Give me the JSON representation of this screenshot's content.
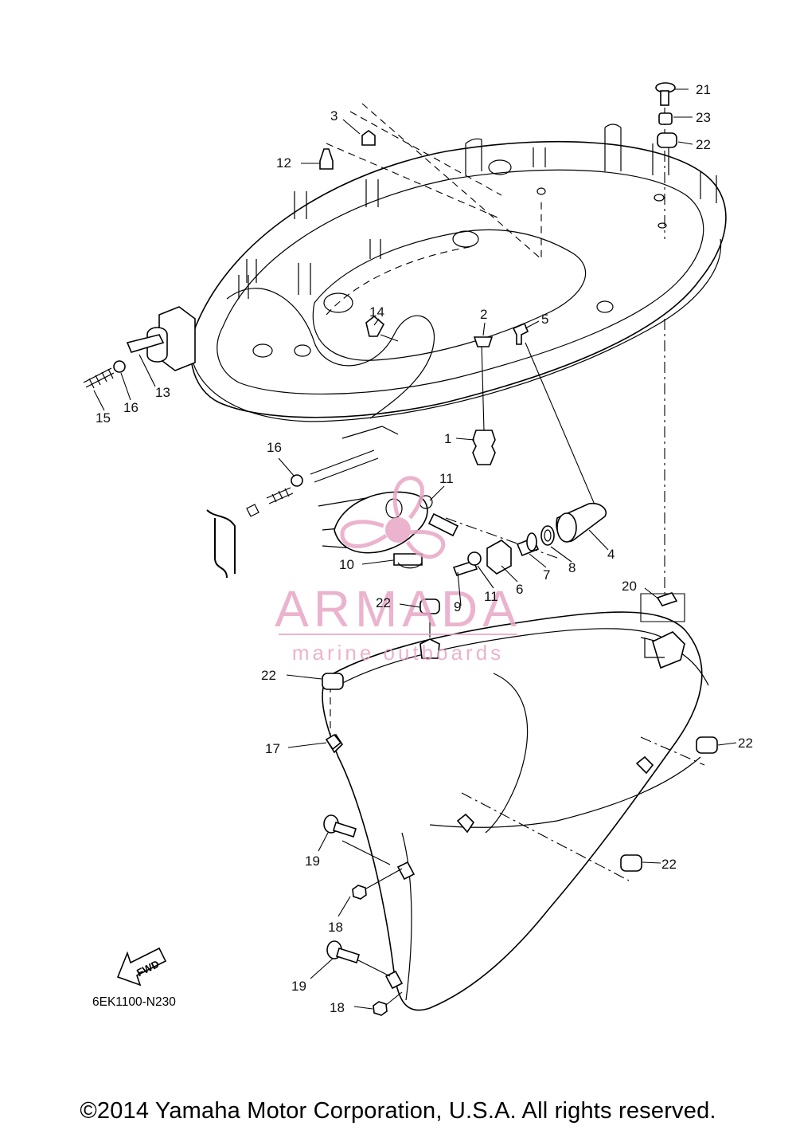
{
  "diagram_code": "6EK1100-N230",
  "fwd_label": "FWD",
  "watermark": {
    "brand": "ARMADA",
    "tagline": "marine outboards",
    "color": "#e8a6c6"
  },
  "copyright": "©2014 Yamaha Motor Corporation, U.S.A. All rights reserved.",
  "callouts": {
    "p1": "1",
    "p2": "2",
    "p3": "3",
    "p4": "4",
    "p5": "5",
    "p6": "6",
    "p7": "7",
    "p8": "8",
    "p9": "9",
    "p10": "10",
    "p11a": "11",
    "p11b": "11",
    "p12": "12",
    "p13": "13",
    "p14": "14",
    "p15": "15",
    "p16a": "16",
    "p16b": "16",
    "p17": "17",
    "p18a": "18",
    "p18b": "18",
    "p19a": "19",
    "p19b": "19",
    "p20": "20",
    "p21": "21",
    "p22a": "22",
    "p22b": "22",
    "p22c": "22",
    "p22d": "22",
    "p22e": "22",
    "p23": "23"
  }
}
